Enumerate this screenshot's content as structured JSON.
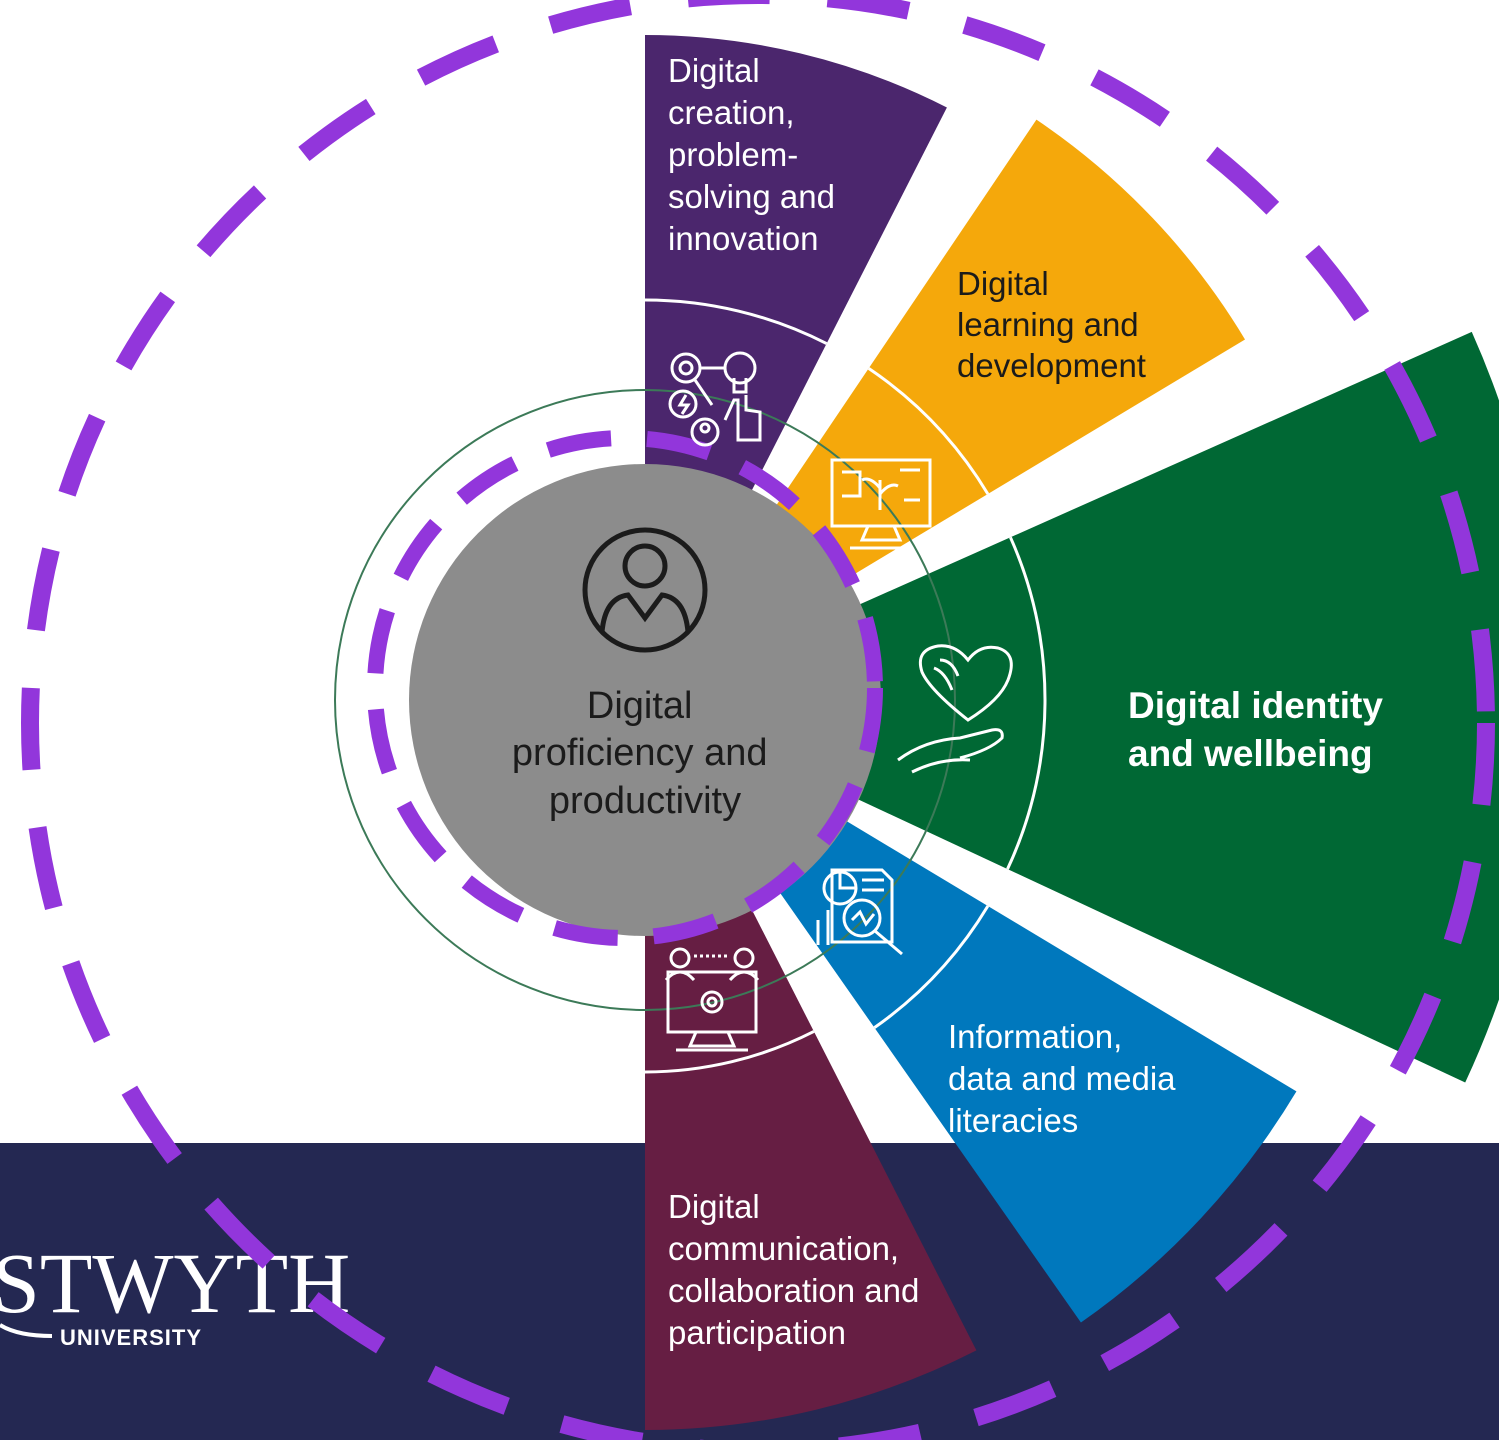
{
  "colors": {
    "band": "#242852",
    "white": "#ffffff",
    "dashed_circle": "#9236db",
    "creation": "#4b266d",
    "learning": "#f5a80b",
    "identity": "#006834",
    "information": "#0078bd",
    "communication": "#661e43",
    "center_fill": "#8c8c8c",
    "center_text": "#1b1b1b",
    "thin_ring": "#3c7a58"
  },
  "center": {
    "icon": "person-circle-icon",
    "lines": [
      "Digital",
      "proficiency and",
      "productivity"
    ]
  },
  "segments": [
    {
      "id": "creation",
      "icon": "creation-innovation-icon",
      "lines": [
        "Digital",
        "creation,",
        "problem-",
        "solving and",
        "innovation"
      ]
    },
    {
      "id": "learning",
      "icon": "monitor-learning-icon",
      "lines": [
        "Digital",
        "learning and",
        "development"
      ]
    },
    {
      "id": "identity",
      "icon": "heart-hand-icon",
      "lines": [
        "Digital identity",
        "and wellbeing"
      ]
    },
    {
      "id": "information",
      "icon": "data-analysis-icon",
      "lines": [
        "Information,",
        "data and media",
        "literacies"
      ]
    },
    {
      "id": "communication",
      "icon": "collaboration-monitor-icon",
      "lines": [
        "Digital",
        "communication,",
        "collaboration and",
        "participation"
      ]
    }
  ],
  "logo": {
    "wordmark": "STWYTH",
    "subline": "UNIVERSITY"
  }
}
